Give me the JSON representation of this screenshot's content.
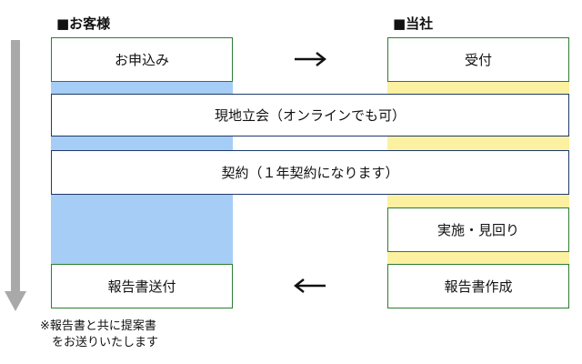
{
  "headings": {
    "customer": "■お客様",
    "company": "■当社"
  },
  "steps": {
    "apply": "お申込み",
    "receive": "受付",
    "site_visit": "現地立会（オンラインでも可）",
    "contract": "契約（１年契約になります）",
    "inspection": "実施・見回り",
    "report_create": "報告書作成",
    "report_send": "報告書送付"
  },
  "note": {
    "line1": "※報告書と共に提案書",
    "line2": "　をお送りいたします"
  },
  "colors": {
    "customer_strip": "#a6cdf5",
    "company_strip": "#fbf1a0",
    "flow_arrow": "#a9a9a9",
    "box_border": "#2e7d32",
    "band_border": "#1f3a6b"
  },
  "icons": {
    "right_arrow": "right-arrow-icon",
    "left_arrow": "left-arrow-icon",
    "flow_arrow": "down-arrow-icon"
  }
}
